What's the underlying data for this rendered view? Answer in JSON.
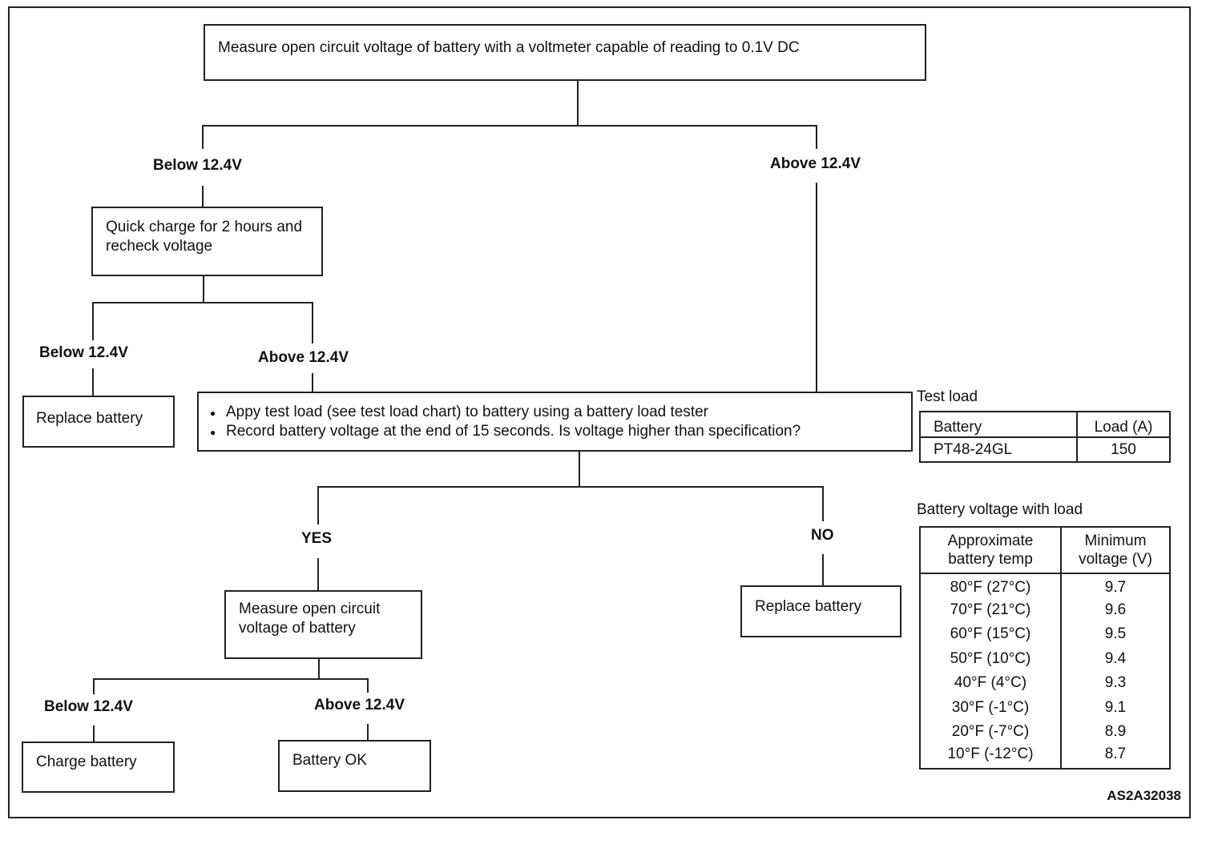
{
  "flow": {
    "top": "Measure open circuit voltage of battery with a voltmeter capable of reading  to 0.1V DC",
    "below_1": "Below 12.4V",
    "above_1": "Above 12.4V",
    "quick_charge": "Quick charge for 2 hours and recheck voltage",
    "below_2": "Below 12.4V",
    "above_2": "Above 12.4V",
    "replace_1": "Replace battery",
    "load_test": [
      "Appy test load (see test load chart) to battery using a battery load tester",
      "Record battery voltage at the end of 15 seconds. Is voltage higher than specification?"
    ],
    "yes": "YES",
    "no": "NO",
    "measure_ocv": "Measure open circuit voltage of battery",
    "replace_2": "Replace battery",
    "below_3": "Below 12.4V",
    "above_3": "Above 12.4V",
    "charge": "Charge battery",
    "ok": "Battery OK"
  },
  "test_load": {
    "caption": "Test load",
    "headers": [
      "Battery",
      "Load (A)"
    ],
    "rows": [
      [
        "PT48-24GL",
        "150"
      ]
    ]
  },
  "voltage_table": {
    "caption": "Battery voltage with load",
    "headers": [
      "Approximate battery temp",
      "Minimum voltage (V)"
    ],
    "rows": [
      [
        "80°F (27°C)",
        "9.7"
      ],
      [
        "70°F (21°C)",
        "9.6"
      ],
      [
        "60°F (15°C)",
        "9.5"
      ],
      [
        "50°F (10°C)",
        "9.4"
      ],
      [
        "40°F (4°C)",
        "9.3"
      ],
      [
        "30°F (-1°C)",
        "9.1"
      ],
      [
        "20°F (-7°C)",
        "8.9"
      ],
      [
        "10°F (-12°C)",
        "8.7"
      ]
    ]
  },
  "figure_code": "AS2A32038"
}
